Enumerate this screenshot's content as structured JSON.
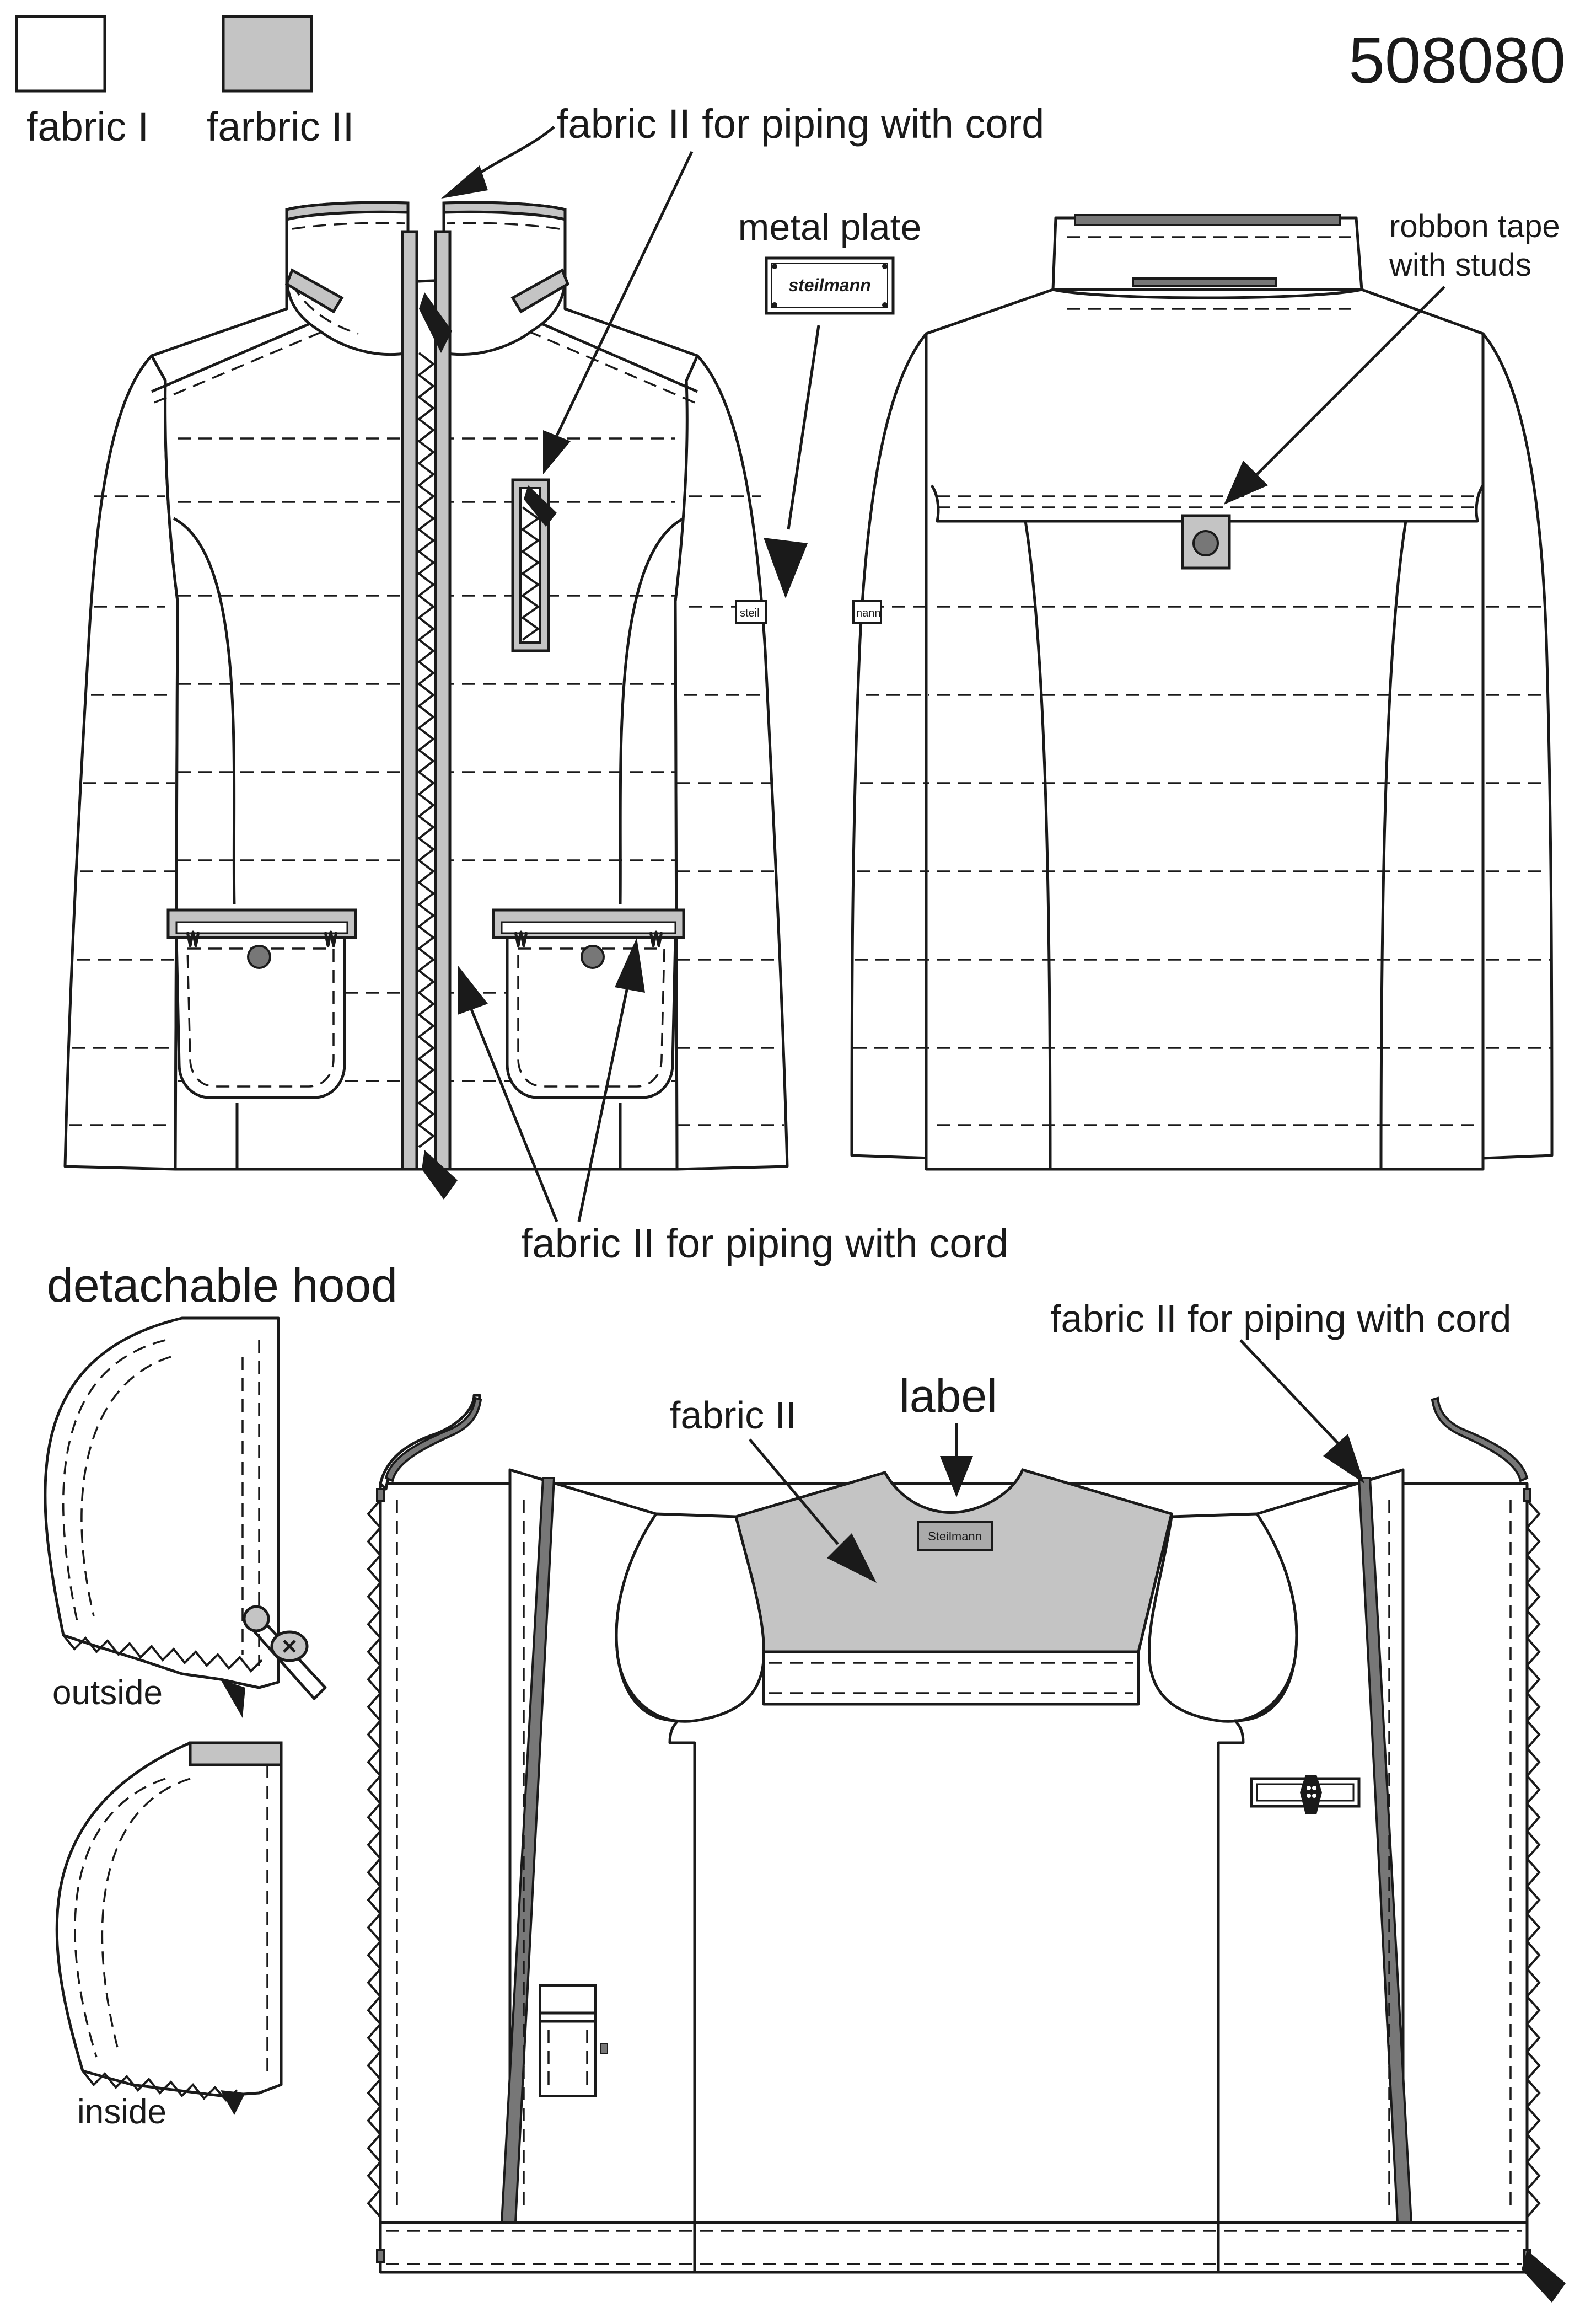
{
  "style_number": "508080",
  "legend": {
    "fabric_1": {
      "label": "fabric I",
      "color": "#ffffff"
    },
    "fabric_2": {
      "label": "farbric II",
      "color": "#c4c4c4"
    }
  },
  "callouts": {
    "piping_top": "fabric II for piping with cord",
    "metal_plate": "metal plate",
    "plate_logo": "steilmann",
    "ribbon_line1": "robbon tape",
    "ribbon_line2": "with studs",
    "piping_pockets": "fabric II for piping with cord",
    "piping_inside": "fabric II for piping with cord",
    "inside_fabric": "fabric II",
    "label": "label",
    "label_text": "Steilmann",
    "sleeve_tab": "steil",
    "sleeve_tab_back": "nann"
  },
  "hood": {
    "title": "detachable hood",
    "outside": "outside",
    "inside": "inside"
  },
  "colors": {
    "outline": "#1a1a1a",
    "fabric_2": "#c4c4c4",
    "piping_dark": "#777777"
  }
}
